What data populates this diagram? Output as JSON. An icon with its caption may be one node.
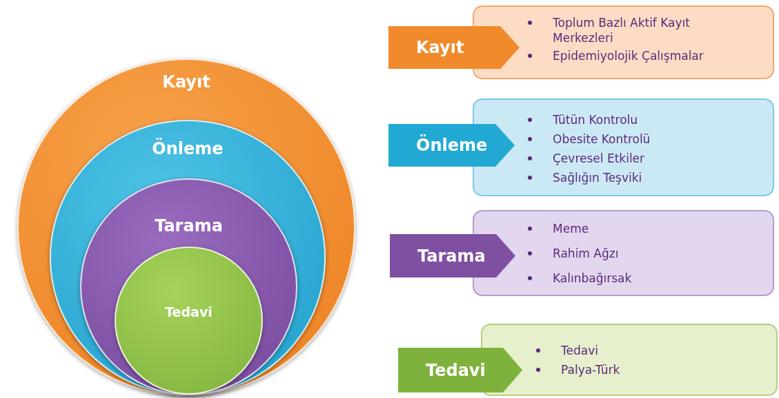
{
  "diagram": {
    "nodes": [
      {
        "text": [
          "Kayıt"
        ]
      },
      {
        "text": [
          "Önleme"
        ],
        "in": 0
      },
      {
        "text": [
          "Tarama"
        ],
        "in": 1
      },
      {
        "text": [
          "Tedavi"
        ],
        "in": 2
      },
      {
        "text": [
          "Kayıt"
        ]
      },
      {
        "text": [
          "Toplum Bazlı Aktif Kayıt Merkezleri",
          "Epidemiyolojik Çalışmalar"
        ]
      },
      {
        "text": [
          "Önleme"
        ]
      },
      {
        "text": [
          "Tütün Kontrolu",
          "Obesite Kontrolü",
          "Çevresel Etkiler",
          "Sağlığın Teşviki"
        ]
      },
      {
        "text": [
          "Tarama"
        ]
      },
      {
        "text": [
          "Meme",
          "Rahim Ağzı",
          "Kalınbağırsak"
        ]
      },
      {
        "text": [
          "Tedavi"
        ]
      },
      {
        "text": [
          "Tedavi",
          "Palya-Türk"
        ]
      }
    ],
    "edges": []
  }
}
